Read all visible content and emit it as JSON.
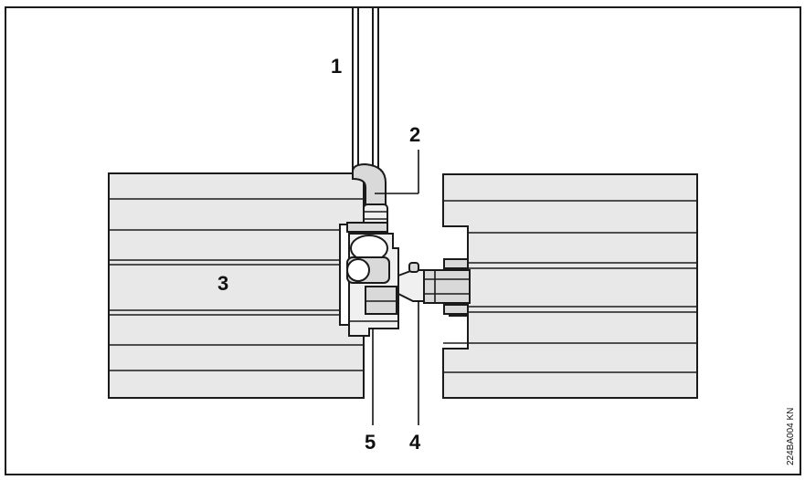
{
  "labels": {
    "l1": "1",
    "l2": "2",
    "l3": "3",
    "l4": "4",
    "l5": "5"
  },
  "figure_code": "224BA004 KN",
  "colors": {
    "line": "#1a1a1a",
    "fill_light": "#e8e8e8",
    "fill_mid": "#d9d9d9",
    "background": "#ffffff"
  }
}
